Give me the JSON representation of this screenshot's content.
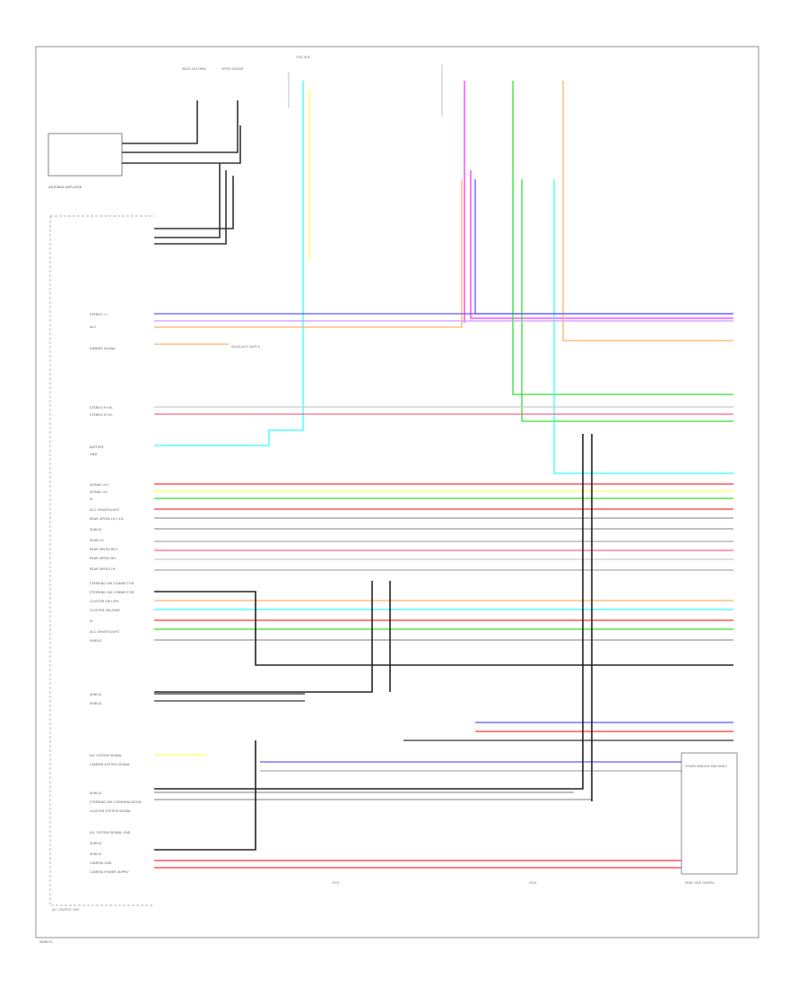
{
  "figure_code": "W06031",
  "modules": {
    "antenna_amp": "ANTENNA AMPLIFIER",
    "right_module": "POWER WINDOW AND RADIO",
    "right_module_bottom": "REAR VIEW CAMERA",
    "ground_note": "A/C CONTROL UNIT",
    "top_switch_a": "RADIO ANTENNA",
    "top_switch_b": "SPEED SENSOR",
    "junction_note": "FUSE BOX",
    "dimmer_note": "HEADLIGHT SWITCH",
    "ground_bottom_a": "G201",
    "ground_bottom_b": "G202"
  },
  "left_labels": [
    "STEREO L+",
    "ACC",
    "DIMMER SIGNAL",
    "STEREO R+/R-",
    "STEREO R+/R-",
    "BATTERY",
    "GND",
    "SIGNAL LH+",
    "SIGNAL LH-",
    "IG",
    "ACC SHUNT/LIGHT",
    "REAR SPEED LH+/LH-",
    "SHIELD",
    "REAR LH",
    "REAR SPEED RH+",
    "REAR SPEED RH-",
    "REAR SPEED LH-",
    "STEERING SW CONNECTOR",
    "STEERING SW CONNECTOR",
    "CLUSTER SW+/RH",
    "CLUSTER SW-/GND",
    "IG",
    "ACC SHUNT/LIGHT",
    "SHIELD",
    "SHIELD",
    "SHIELD",
    "A/C SYSTEM SIGNAL",
    "CAMERA SYSTEM SIGNAL",
    "SHIELD",
    "STEERING SW COMMUNICATION",
    "CLUSTER SYSTEM SIGNAL",
    "A/C SYSTEM SIGNAL GND",
    "SHIELD",
    "SHIELD",
    "CAMERA GND",
    "CAMERA POWER SUPPLY"
  ],
  "wire_colors": {
    "blue": "#5b5bff",
    "magenta": "#ff33ff",
    "orange": "#ffb066",
    "green": "#33dd33",
    "pink": "#ff6688",
    "cyan": "#33ffff",
    "red": "#ff3333",
    "yellow": "#ffff55",
    "gray": "#999999",
    "black": "#222222",
    "violet": "#cc99ff"
  }
}
